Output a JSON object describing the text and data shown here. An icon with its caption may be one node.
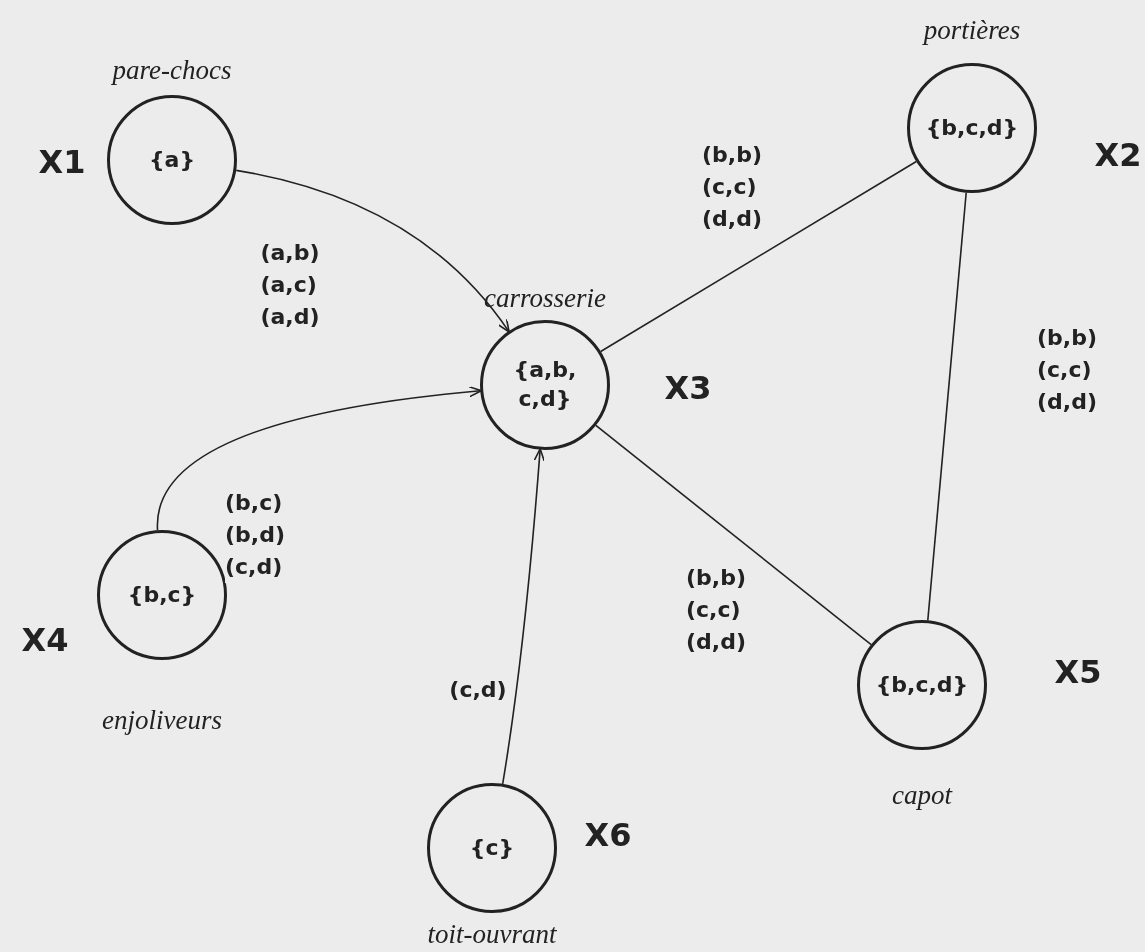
{
  "diagram": {
    "nodes": [
      {
        "text": [
          "{a}"
        ],
        "beside": [
          "pare-chocs",
          "X1"
        ]
      },
      {
        "text": [
          "{b,c,d}"
        ],
        "beside": [
          "portières",
          "X2"
        ]
      },
      {
        "text": [
          "{a,b, c,d}"
        ],
        "beside": [
          "carrosserie",
          "X3"
        ]
      },
      {
        "text": [
          "{b,c}"
        ],
        "beside": [
          "enjoliveurs",
          "X4"
        ]
      },
      {
        "text": [
          "{b,c,d}"
        ],
        "beside": [
          "capot",
          "X5"
        ]
      },
      {
        "text": [
          "{c}"
        ],
        "beside": [
          "toit-ouvrant",
          "X6"
        ]
      }
    ],
    "edges": [
      {
        "from": 0,
        "to": 2,
        "arrow": "to",
        "label": "(a,b) (a,c) (a,d)"
      },
      {
        "from": 2,
        "to": 1,
        "arrow": "none",
        "label": "(b,b) (c,c) (d,d)"
      },
      {
        "from": 1,
        "to": 4,
        "arrow": "none",
        "label": "(b,b) (c,c) (d,d)"
      },
      {
        "from": 3,
        "to": 2,
        "arrow": "to",
        "label": "(b,c) (b,d) (c,d)"
      },
      {
        "from": 2,
        "to": 4,
        "arrow": "none",
        "label": "(b,b) (c,c) (d,d)"
      },
      {
        "from": 5,
        "to": 2,
        "arrow": "to",
        "label": "(c,d)"
      }
    ]
  }
}
